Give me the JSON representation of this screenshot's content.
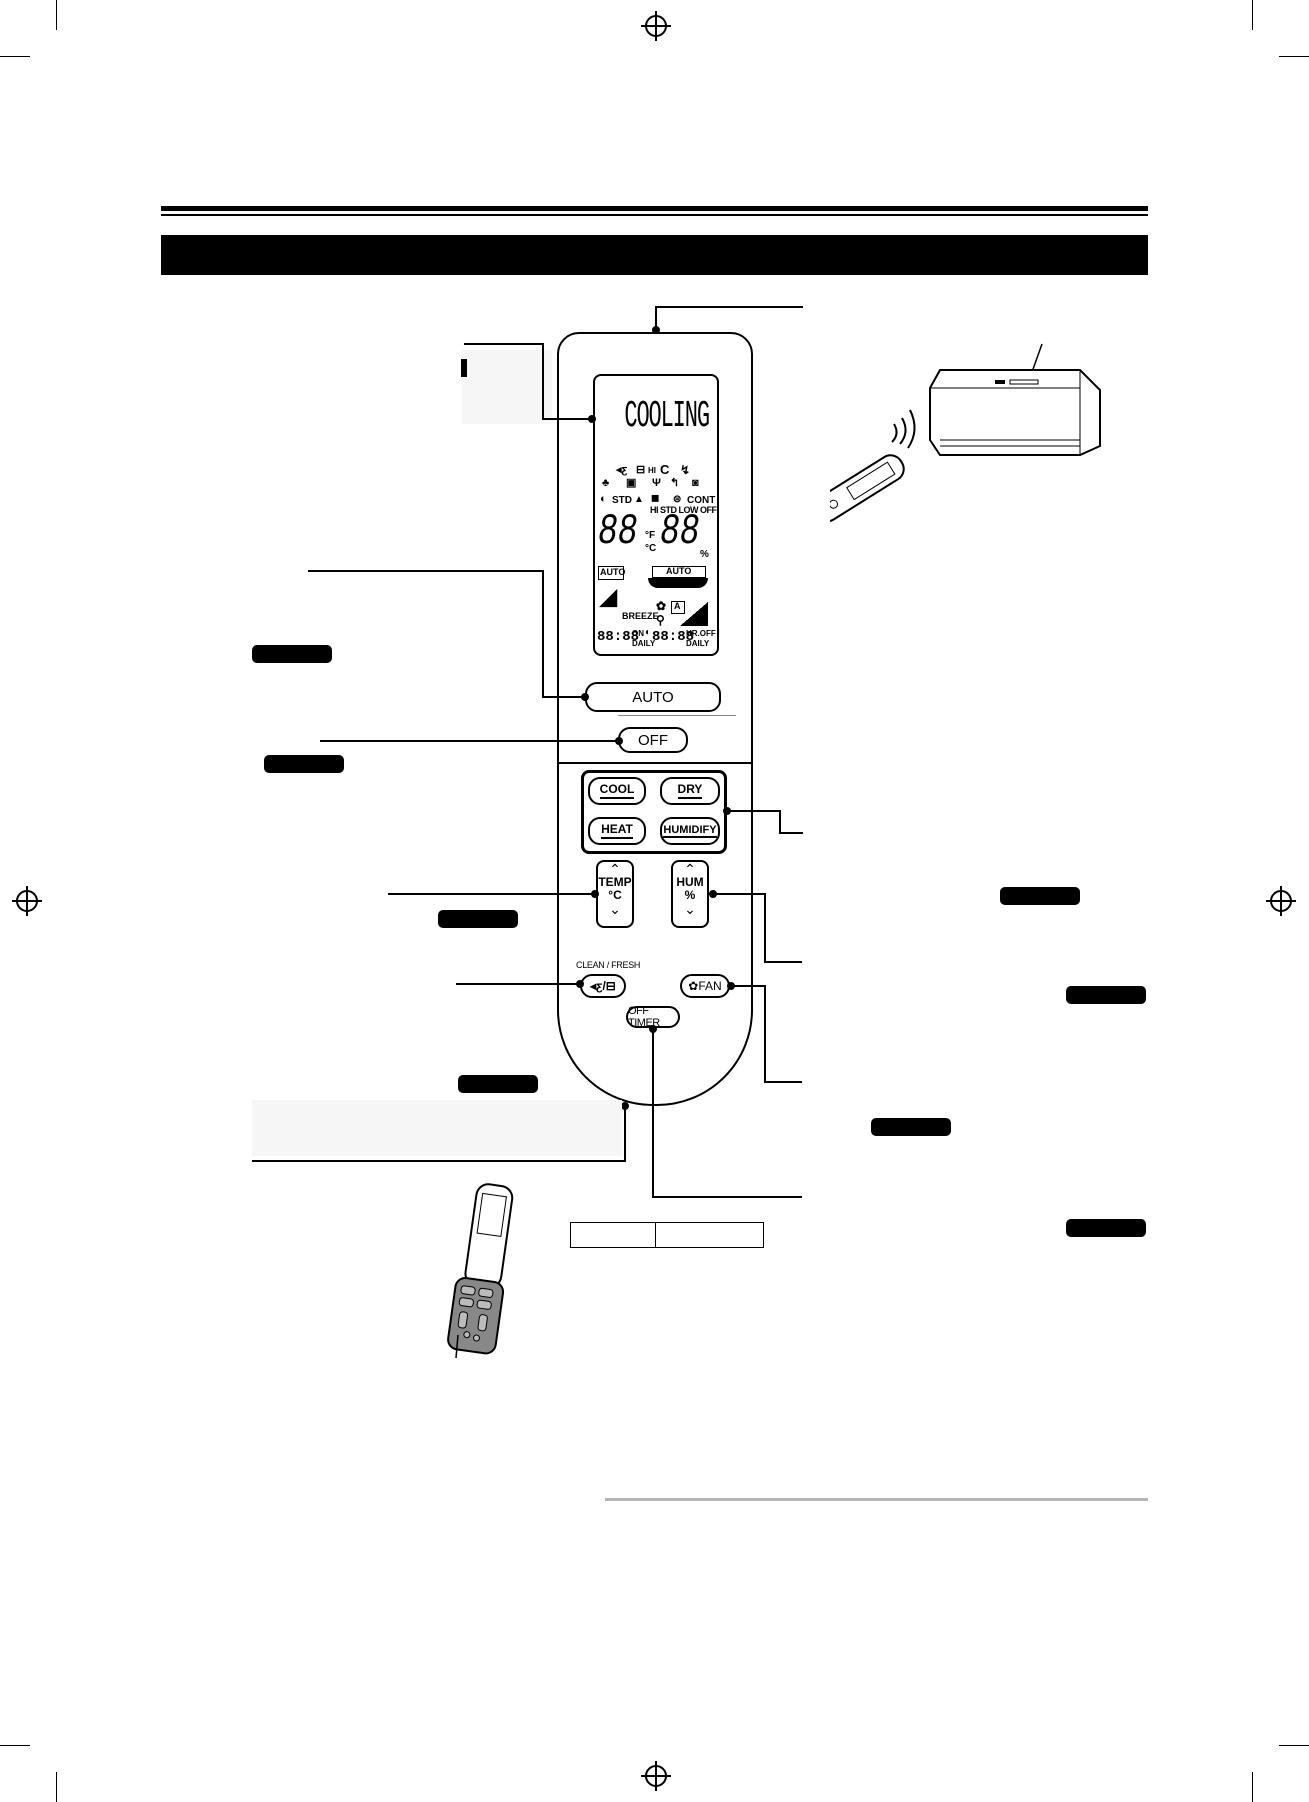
{
  "display": {
    "mode_text": "COOLING",
    "std": "STD",
    "cont": "CONT",
    "fan_levels": "HI STD LOW OFF",
    "hi_label": "HI",
    "temp_digits": "88",
    "hum_digits": "88",
    "unit_f": "°F",
    "unit_c": "°C",
    "percent": "%",
    "louver_auto": "AUTO",
    "fan_auto": "AUTO",
    "breeze": "BREEZE",
    "fan_a": "A",
    "on_timer": "88:88",
    "on_label": "ON",
    "daily_left": "DAILY",
    "off_timer": "88:88",
    "hr_off": "HR.OFF",
    "daily_right": "DAILY"
  },
  "buttons": {
    "auto": "AUTO",
    "off": "OFF",
    "cool": "COOL",
    "dry": "DRY",
    "heat": "HEAT",
    "humidify": "HUMIDIFY",
    "temp": "TEMP",
    "temp_unit": "°C",
    "hum": "HUM",
    "hum_unit": "%",
    "clean_fresh_label": "CLEAN / FRESH",
    "fan": "FAN",
    "off_timer": "OFF TIMER"
  },
  "icons": {
    "clean": "clean-icon",
    "fresh": "fresh-icon",
    "fan": "fan-icon",
    "up": "chevron-up-icon",
    "down": "chevron-down-icon"
  }
}
